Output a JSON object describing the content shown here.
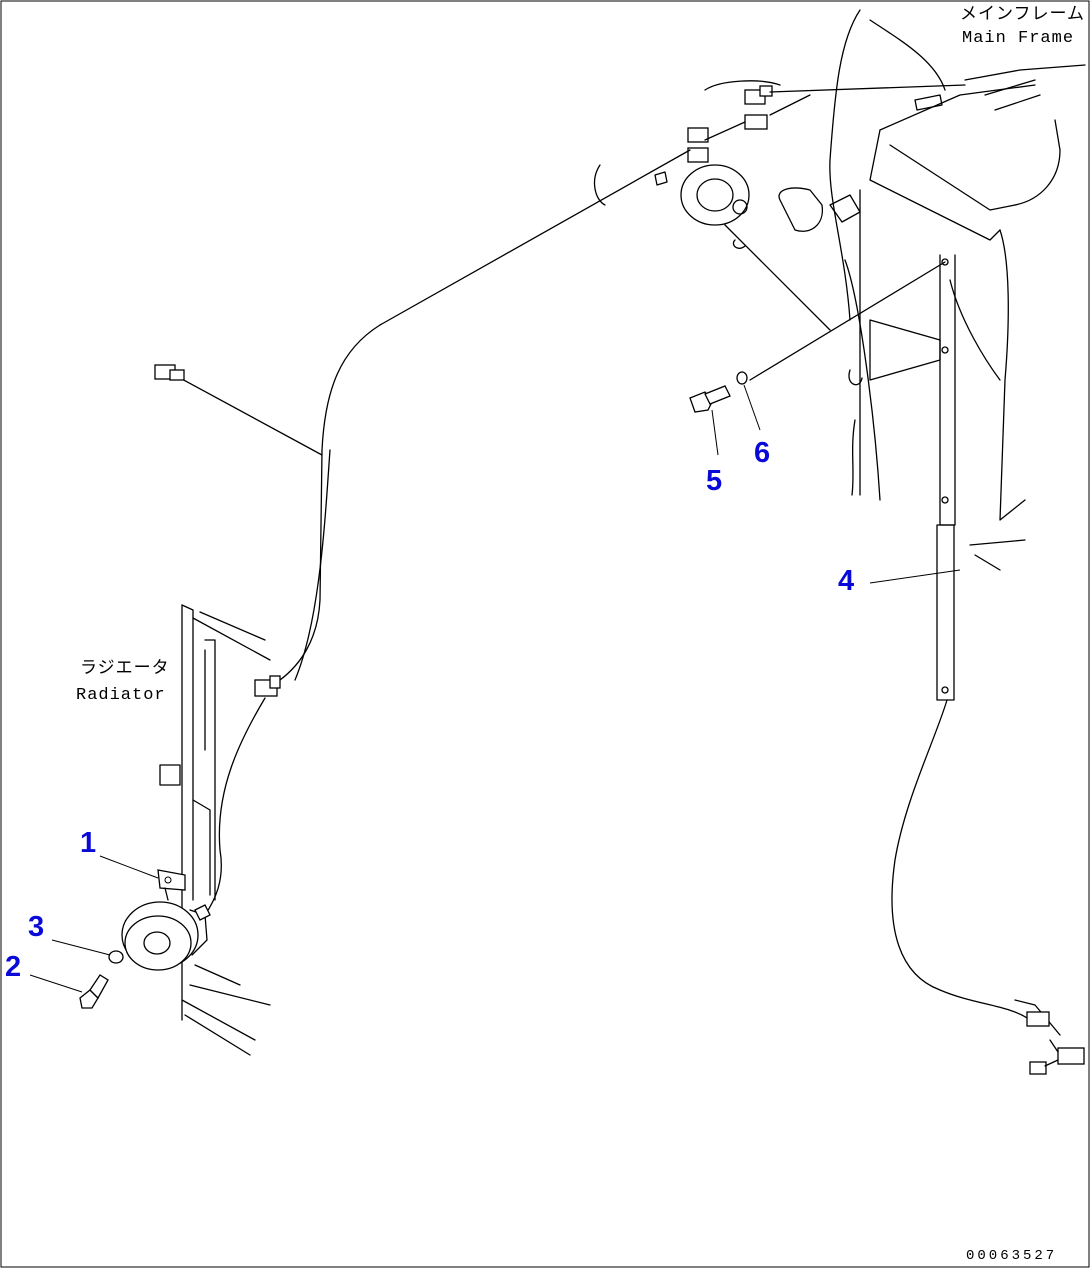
{
  "labels": {
    "main_frame_jp": "メインフレーム",
    "main_frame_en": "Main Frame",
    "radiator_jp": "ラジエータ",
    "radiator_en": "Radiator"
  },
  "callouts": [
    "1",
    "2",
    "3",
    "4",
    "5",
    "6"
  ],
  "document_id": "00063527",
  "colors": {
    "callout": "#0a0ad8",
    "line": "#000000",
    "background": "#ffffff"
  }
}
